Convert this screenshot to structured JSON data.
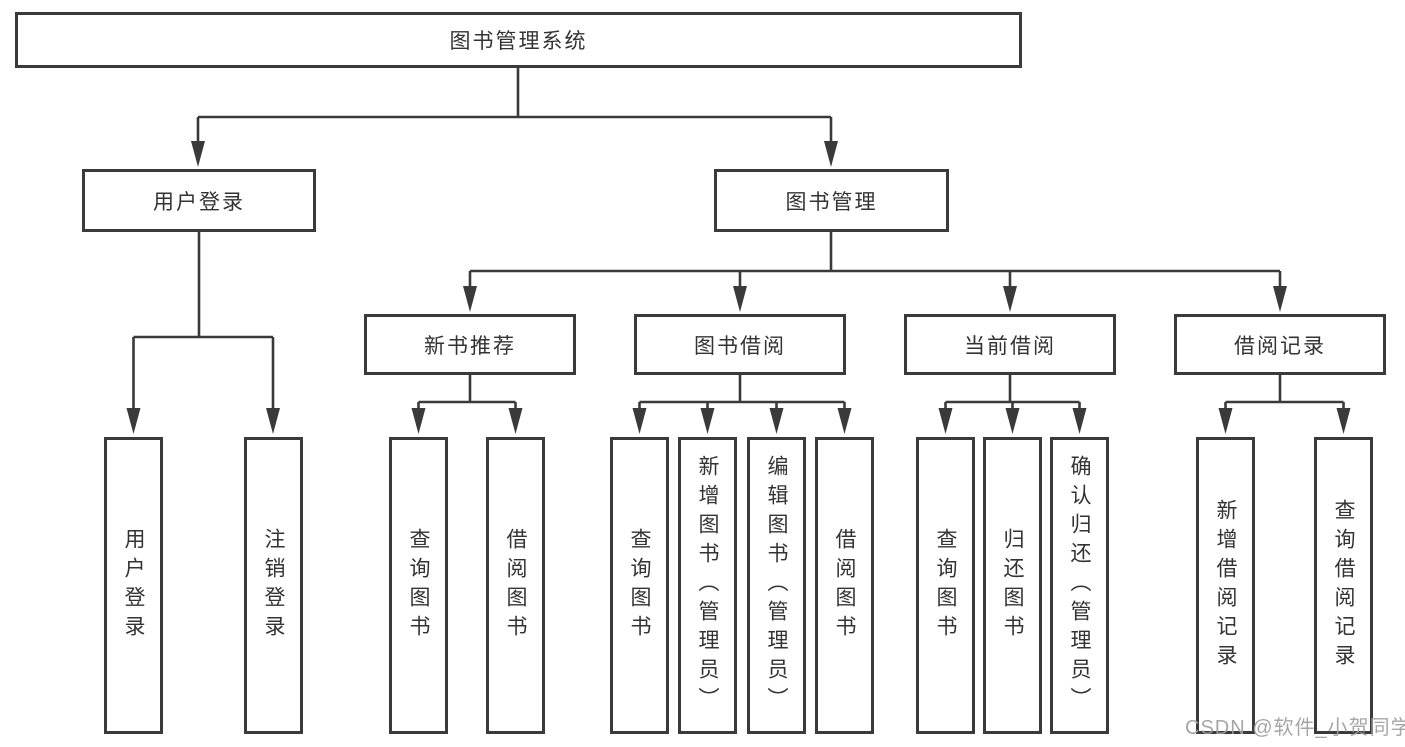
{
  "diagram": {
    "root": {
      "label": "图书管理系统"
    },
    "level1": [
      {
        "label": "用户登录"
      },
      {
        "label": "图书管理"
      }
    ],
    "level2": [
      {
        "label": "新书推荐"
      },
      {
        "label": "图书借阅"
      },
      {
        "label": "当前借阅"
      },
      {
        "label": "借阅记录"
      }
    ],
    "leaves": [
      {
        "label": "用户登录"
      },
      {
        "label": "注销登录"
      },
      {
        "label": "查询图书"
      },
      {
        "label": "借阅图书"
      },
      {
        "label": "查询图书"
      },
      {
        "label": "新增图书（管理员）"
      },
      {
        "label": "编辑图书（管理员）"
      },
      {
        "label": "借阅图书"
      },
      {
        "label": "查询图书"
      },
      {
        "label": "归还图书"
      },
      {
        "label": "确认归还（管理员）"
      },
      {
        "label": "新增借阅记录"
      },
      {
        "label": "查询借阅记录"
      }
    ],
    "watermark": {
      "text": "CSDN @软件_小贺同学"
    },
    "colors": {
      "line": "#3a3a3a",
      "text": "#333333",
      "watermark": "#9e9e9e",
      "background": "#ffffff"
    }
  }
}
